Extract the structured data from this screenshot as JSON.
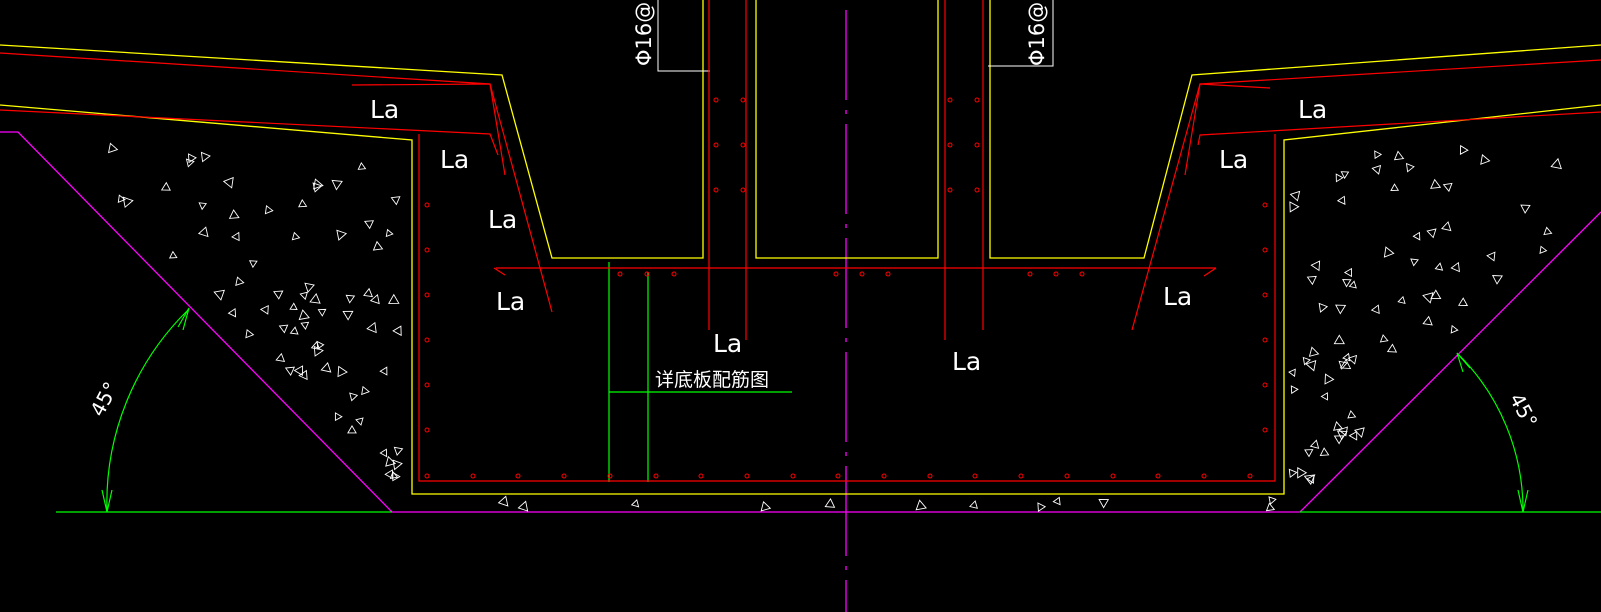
{
  "drawing": {
    "anchorage_label": "La",
    "rebar_label": "Φ16@",
    "note": "详底板配筋图",
    "angle_label": "45°"
  },
  "colors": {
    "background": "#000000",
    "yellow": "#ffff00",
    "red": "#ff0000",
    "magenta": "#ff00ff",
    "green": "#00ff00",
    "white": "#ffffff"
  }
}
